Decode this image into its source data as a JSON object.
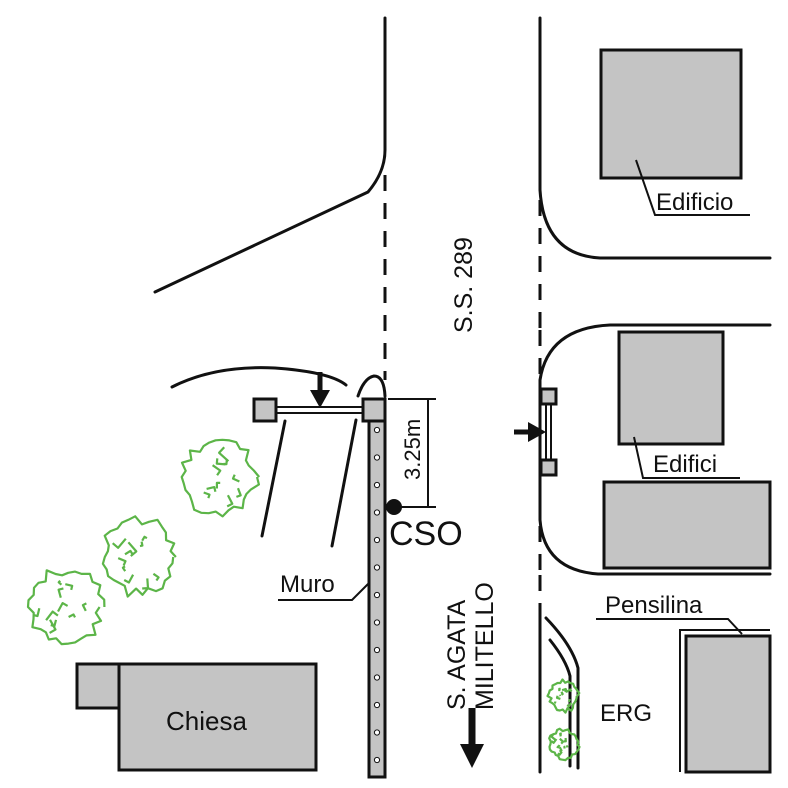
{
  "labels": {
    "road": "S.S. 289",
    "edificio": "Edificio",
    "edifici": "Edifici",
    "pensilina": "Pensilina",
    "erg": "ERG",
    "chiesa": "Chiesa",
    "muro": "Muro",
    "cso": "CSO",
    "distance": "3.25m",
    "direction_line1": "S. AGATA",
    "direction_line2": "MILITELLO"
  },
  "colors": {
    "building_fill": "#c4c4c4",
    "tree_stroke": "#5cb548",
    "line": "#111111"
  },
  "icons": [
    "arrow-down-icon",
    "arrow-right-icon",
    "cso-dot-icon",
    "tree-icon"
  ]
}
